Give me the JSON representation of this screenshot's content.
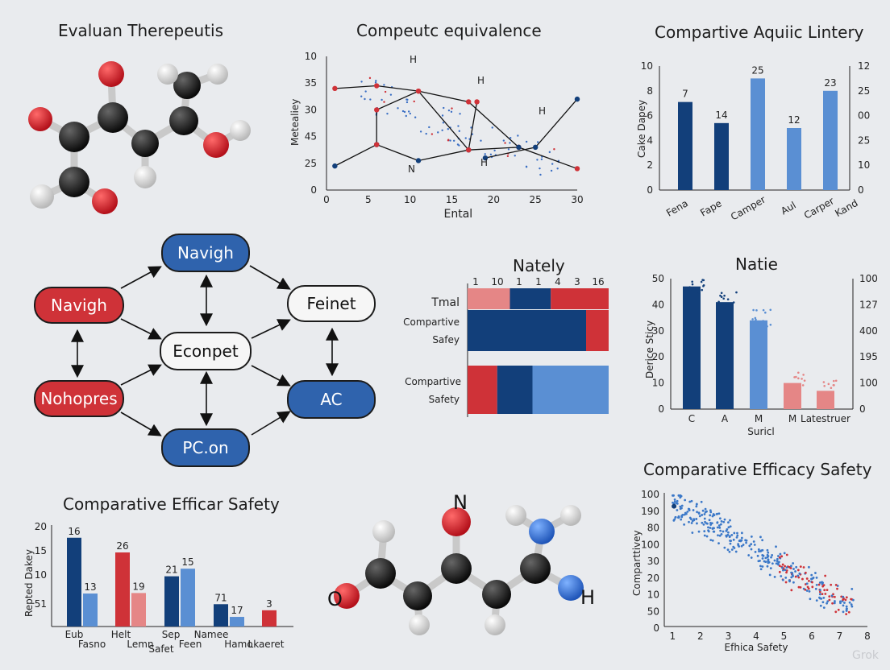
{
  "titles": {
    "molecule_top": "Evaluan Therepeutis",
    "line_chart": "Compeutc equivalence",
    "bar_top_right": "Compartive Aquiic Lintery",
    "heat": "Nately",
    "bar_mid_right": "Natie",
    "bar_bottom_left": "Comparative Efficar Safety",
    "scatter": "Comparative Efficacy Safety"
  },
  "flow": {
    "navigh_top": "Navigh",
    "navigh_left": "Navigh",
    "feinet": "Feinet",
    "econpet": "Econpet",
    "nohopres": "Nohopres",
    "ac": "AC",
    "pcon": "PC.on"
  },
  "molecule_bottom": {
    "n": "N",
    "o": "O",
    "h": "H"
  },
  "watermark": "Grok",
  "colors": {
    "navy": "#123f7a",
    "blue": "#5a8fd3",
    "red": "#cf3238",
    "pink": "#e58686"
  },
  "chart_data": [
    {
      "id": "line",
      "type": "line",
      "title": "Compeutc equivalence",
      "xlabel": "Ental",
      "ylabel": "Metealiey",
      "xticks": [
        "0",
        "5",
        "10",
        "15",
        "20",
        "25",
        "30"
      ],
      "yticks": [
        "10",
        "35",
        "30",
        "45",
        "25",
        "0"
      ],
      "xlim": [
        0,
        30
      ],
      "ylim": [
        0,
        50
      ],
      "annotations": [
        "H",
        "H",
        "H",
        "N",
        "H"
      ],
      "series": [
        {
          "values": [
            [
              1,
              38
            ],
            [
              6,
              39
            ],
            [
              11,
              37
            ],
            [
              17,
              33
            ],
            [
              23,
              16
            ],
            [
              30,
              8
            ]
          ]
        },
        {
          "values": [
            [
              1,
              9
            ],
            [
              6,
              17
            ],
            [
              11,
              11
            ],
            [
              17,
              15
            ],
            [
              23,
              16
            ]
          ]
        },
        {
          "values": [
            [
              6,
              17
            ],
            [
              6,
              30
            ],
            [
              11,
              37
            ],
            [
              17,
              15
            ],
            [
              18,
              33
            ]
          ]
        },
        {
          "values": [
            [
              19,
              12
            ],
            [
              25,
              16
            ],
            [
              30,
              34
            ]
          ]
        }
      ]
    },
    {
      "id": "bar_top_right",
      "type": "bar",
      "title": "Compartive Aquiic Lintery",
      "ylabel": "Cake Dapey",
      "categories": [
        "Fena",
        "Fape",
        "Camper",
        "Aul",
        "Carper",
        "Kand"
      ],
      "values": [
        7.1,
        5.4,
        9.0,
        5.0,
        8.0
      ],
      "labels": [
        "7",
        "14",
        "25",
        "12",
        "23"
      ],
      "yticks_left": [
        "0",
        "2",
        "4",
        "6",
        "8",
        "10"
      ],
      "yticks_right": [
        "0",
        "10",
        "25",
        "00",
        "25",
        "12"
      ],
      "ylim": [
        0,
        10
      ]
    },
    {
      "id": "heat",
      "type": "heatmap",
      "title": "Nately",
      "col_labels": [
        "1",
        "10",
        "1",
        "1",
        "4",
        "3",
        "16"
      ],
      "rows": [
        {
          "label": "Tmal",
          "segments": [
            {
              "w": 0.3,
              "c": "pink"
            },
            {
              "w": 0.29,
              "c": "navy"
            },
            {
              "w": 0.41,
              "c": "red"
            }
          ]
        },
        {
          "label": "Compartive Safey",
          "segments": [
            {
              "w": 0.84,
              "c": "navy"
            },
            {
              "w": 0.16,
              "c": "red"
            }
          ]
        },
        {
          "label": "Compartive Safety",
          "segments": [
            {
              "w": 0.21,
              "c": "red"
            },
            {
              "w": 0.25,
              "c": "navy"
            },
            {
              "w": 0.54,
              "c": "blue"
            }
          ]
        }
      ]
    },
    {
      "id": "bar_mid_right",
      "type": "bar",
      "title": "Natie",
      "xlabel": "Suricl",
      "ylabel": "Derice Sticy",
      "categories": [
        "C",
        "A",
        "M",
        "M",
        "Latestruer"
      ],
      "values": [
        47,
        41,
        34,
        10,
        7
      ],
      "colors": [
        "navy",
        "navy",
        "blue",
        "pink",
        "pink"
      ],
      "yticks_left": [
        "0",
        "10",
        "20",
        "30",
        "40",
        "50"
      ],
      "yticks_right": [
        "0",
        "100",
        "195",
        "400",
        "127",
        "100"
      ],
      "ylim": [
        0,
        50
      ]
    },
    {
      "id": "bar_bottom_left",
      "type": "bar",
      "title": "Comparative Efficar Safety",
      "ylabel": "Repted Dakey",
      "yticks": [
        "51",
        "10",
        "15",
        "20"
      ],
      "ylim": [
        0,
        20
      ],
      "categories": [
        "Eub",
        "Helt",
        "Sep",
        "Namee"
      ],
      "sublabels": [
        "Fasno",
        "Lemn",
        "Feen",
        "Hamo",
        "Lkaeret"
      ],
      "xlabel": "Safet",
      "groups": [
        {
          "bars": [
            {
              "v": 17.5,
              "c": "navy",
              "l": "16"
            },
            {
              "v": 6.5,
              "c": "blue",
              "l": "13"
            }
          ]
        },
        {
          "bars": [
            {
              "v": 14.6,
              "c": "red",
              "l": "26"
            },
            {
              "v": 6.6,
              "c": "pink",
              "l": "19"
            }
          ]
        },
        {
          "bars": [
            {
              "v": 9.9,
              "c": "navy",
              "l": "21"
            },
            {
              "v": 11.4,
              "c": "blue",
              "l": "15"
            }
          ]
        },
        {
          "bars": [
            {
              "v": 4.4,
              "c": "navy",
              "l": "71"
            },
            {
              "v": 1.9,
              "c": "blue",
              "l": "17"
            }
          ]
        },
        {
          "bars": [
            {
              "v": 3.2,
              "c": "red",
              "l": "3"
            }
          ]
        }
      ]
    },
    {
      "id": "scatter",
      "type": "scatter",
      "title": "Comparative Efficacy Safety",
      "xlabel": "Efhica Safety",
      "ylabel": "Comparttivey",
      "xticks": [
        "1",
        "2",
        "3",
        "4",
        "5",
        "6",
        "7",
        "8"
      ],
      "yticks": [
        "100",
        "190",
        "80",
        "100",
        "30",
        "20",
        "10",
        "50",
        "0"
      ],
      "xlim": [
        0.7,
        8
      ],
      "ylim": [
        0,
        100
      ],
      "trend": {
        "from": [
          1,
          92
        ],
        "to": [
          7.5,
          14
        ]
      }
    }
  ]
}
